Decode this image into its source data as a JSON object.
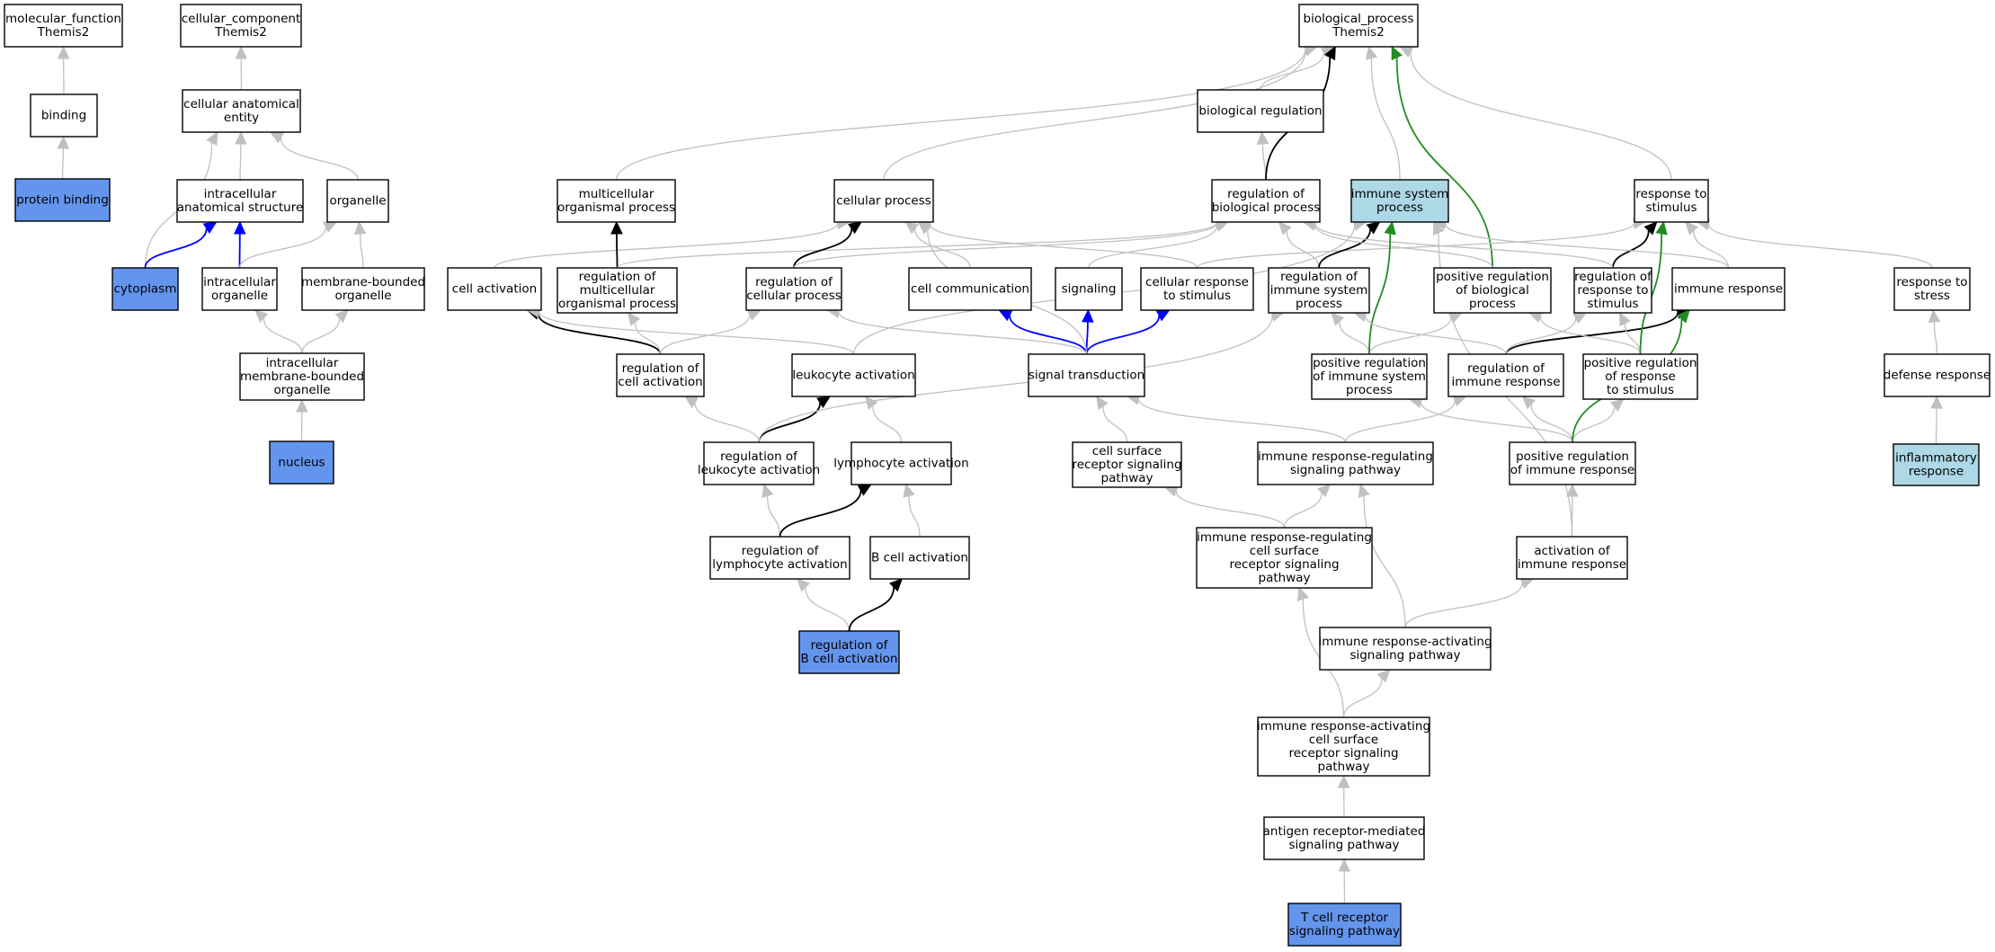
{
  "graph": {
    "nodes": [
      {
        "id": "mf",
        "lines": [
          "molecular_function",
          "Themis2"
        ],
        "fill": "white"
      },
      {
        "id": "binding",
        "lines": [
          "binding"
        ],
        "fill": "white"
      },
      {
        "id": "protein_binding",
        "lines": [
          "protein binding"
        ],
        "fill": "blue"
      },
      {
        "id": "cc",
        "lines": [
          "cellular_component",
          "Themis2"
        ],
        "fill": "white"
      },
      {
        "id": "cae",
        "lines": [
          "cellular anatomical",
          "entity"
        ],
        "fill": "white"
      },
      {
        "id": "ias",
        "lines": [
          "intracellular",
          "anatomical structure"
        ],
        "fill": "white"
      },
      {
        "id": "organelle",
        "lines": [
          "organelle"
        ],
        "fill": "white"
      },
      {
        "id": "cytoplasm",
        "lines": [
          "cytoplasm"
        ],
        "fill": "blue"
      },
      {
        "id": "io",
        "lines": [
          "intracellular",
          "organelle"
        ],
        "fill": "white"
      },
      {
        "id": "mbo",
        "lines": [
          "membrane-bounded",
          "organelle"
        ],
        "fill": "white"
      },
      {
        "id": "imbo",
        "lines": [
          "intracellular",
          "membrane-bounded",
          "organelle"
        ],
        "fill": "white"
      },
      {
        "id": "nucleus",
        "lines": [
          "nucleus"
        ],
        "fill": "blue"
      },
      {
        "id": "bp",
        "lines": [
          "biological_process",
          "Themis2"
        ],
        "fill": "white"
      },
      {
        "id": "bioreg",
        "lines": [
          "biological regulation"
        ],
        "fill": "white"
      },
      {
        "id": "mop",
        "lines": [
          "multicellular",
          "organismal process"
        ],
        "fill": "white"
      },
      {
        "id": "cp",
        "lines": [
          "cellular process"
        ],
        "fill": "white"
      },
      {
        "id": "robp",
        "lines": [
          "regulation of",
          "biological process"
        ],
        "fill": "white"
      },
      {
        "id": "isp",
        "lines": [
          "immune system",
          "process"
        ],
        "fill": "light"
      },
      {
        "id": "rts",
        "lines": [
          "response to",
          "stimulus"
        ],
        "fill": "white"
      },
      {
        "id": "ca",
        "lines": [
          "cell activation"
        ],
        "fill": "white"
      },
      {
        "id": "romop",
        "lines": [
          "regulation of",
          "multicellular",
          "organismal process"
        ],
        "fill": "white"
      },
      {
        "id": "rocp",
        "lines": [
          "regulation of",
          "cellular process"
        ],
        "fill": "white"
      },
      {
        "id": "cc2",
        "lines": [
          "cell communication"
        ],
        "fill": "white"
      },
      {
        "id": "signaling",
        "lines": [
          "signaling"
        ],
        "fill": "white"
      },
      {
        "id": "crts",
        "lines": [
          "cellular response",
          "to stimulus"
        ],
        "fill": "white"
      },
      {
        "id": "roisp",
        "lines": [
          "regulation of",
          "immune system",
          "process"
        ],
        "fill": "white"
      },
      {
        "id": "prbp",
        "lines": [
          "positive regulation",
          "of biological",
          "process"
        ],
        "fill": "white"
      },
      {
        "id": "rorts",
        "lines": [
          "regulation of",
          "response to",
          "stimulus"
        ],
        "fill": "white"
      },
      {
        "id": "ir",
        "lines": [
          "immune response"
        ],
        "fill": "white"
      },
      {
        "id": "rtstress",
        "lines": [
          "response to",
          "stress"
        ],
        "fill": "white"
      },
      {
        "id": "roca",
        "lines": [
          "regulation of",
          "cell activation"
        ],
        "fill": "white"
      },
      {
        "id": "la",
        "lines": [
          "leukocyte activation"
        ],
        "fill": "white"
      },
      {
        "id": "st",
        "lines": [
          "signal transduction"
        ],
        "fill": "white"
      },
      {
        "id": "prisp",
        "lines": [
          "positive regulation",
          "of immune system",
          "process"
        ],
        "fill": "white"
      },
      {
        "id": "roir",
        "lines": [
          "regulation of",
          "immune response"
        ],
        "fill": "white"
      },
      {
        "id": "prrts",
        "lines": [
          "positive regulation",
          "of response",
          "to stimulus"
        ],
        "fill": "white"
      },
      {
        "id": "dr",
        "lines": [
          "defense response"
        ],
        "fill": "white"
      },
      {
        "id": "rola",
        "lines": [
          "regulation of",
          "leukocyte activation"
        ],
        "fill": "white"
      },
      {
        "id": "lymph",
        "lines": [
          "lymphocyte activation"
        ],
        "fill": "white"
      },
      {
        "id": "csrsp",
        "lines": [
          "cell surface",
          "receptor signaling",
          "pathway"
        ],
        "fill": "white"
      },
      {
        "id": "irrsp",
        "lines": [
          "immune response-regulating",
          "signaling pathway"
        ],
        "fill": "white"
      },
      {
        "id": "prir",
        "lines": [
          "positive regulation",
          "of immune response"
        ],
        "fill": "white"
      },
      {
        "id": "inflam",
        "lines": [
          "inflammatory",
          "response"
        ],
        "fill": "light"
      },
      {
        "id": "rolyma",
        "lines": [
          "regulation of",
          "lymphocyte activation"
        ],
        "fill": "white"
      },
      {
        "id": "bca",
        "lines": [
          "B cell activation"
        ],
        "fill": "white"
      },
      {
        "id": "irrcs",
        "lines": [
          "immune response-regulating",
          "cell surface",
          "receptor signaling",
          "pathway"
        ],
        "fill": "white"
      },
      {
        "id": "aoir",
        "lines": [
          "activation of",
          "immune response"
        ],
        "fill": "white"
      },
      {
        "id": "robca",
        "lines": [
          "regulation of",
          "B cell activation"
        ],
        "fill": "blue"
      },
      {
        "id": "irasp",
        "lines": [
          "immune response-activating",
          "signaling pathway"
        ],
        "fill": "white"
      },
      {
        "id": "iracs",
        "lines": [
          "immune response-activating",
          "cell surface",
          "receptor signaling",
          "pathway"
        ],
        "fill": "white"
      },
      {
        "id": "armsp",
        "lines": [
          "antigen receptor-mediated",
          "signaling pathway"
        ],
        "fill": "white"
      },
      {
        "id": "tcr",
        "lines": [
          "T cell receptor",
          "signaling pathway"
        ],
        "fill": "blue"
      }
    ],
    "edges": [
      {
        "from": "binding",
        "to": "mf",
        "color": "gray"
      },
      {
        "from": "protein_binding",
        "to": "binding",
        "color": "gray"
      },
      {
        "from": "cae",
        "to": "cc",
        "color": "gray"
      },
      {
        "from": "ias",
        "to": "cae",
        "color": "gray"
      },
      {
        "from": "organelle",
        "to": "cae",
        "color": "gray"
      },
      {
        "from": "cytoplasm",
        "to": "cae",
        "color": "gray"
      },
      {
        "from": "cytoplasm",
        "to": "ias",
        "color": "blue"
      },
      {
        "from": "io",
        "to": "ias",
        "color": "blue"
      },
      {
        "from": "io",
        "to": "organelle",
        "color": "gray"
      },
      {
        "from": "mbo",
        "to": "organelle",
        "color": "gray"
      },
      {
        "from": "imbo",
        "to": "io",
        "color": "gray"
      },
      {
        "from": "imbo",
        "to": "mbo",
        "color": "gray"
      },
      {
        "from": "nucleus",
        "to": "imbo",
        "color": "gray"
      },
      {
        "from": "bioreg",
        "to": "bp",
        "color": "gray"
      },
      {
        "from": "mop",
        "to": "bp",
        "color": "gray"
      },
      {
        "from": "cp",
        "to": "bp",
        "color": "gray"
      },
      {
        "from": "robp",
        "to": "bioreg",
        "color": "gray"
      },
      {
        "from": "robp",
        "to": "bp",
        "color": "black"
      },
      {
        "from": "isp",
        "to": "bp",
        "color": "gray"
      },
      {
        "from": "rts",
        "to": "bp",
        "color": "gray"
      },
      {
        "from": "prbp",
        "to": "bp",
        "color": "green"
      },
      {
        "from": "ca",
        "to": "cp",
        "color": "gray"
      },
      {
        "from": "romop",
        "to": "mop",
        "color": "black"
      },
      {
        "from": "romop",
        "to": "robp",
        "color": "gray"
      },
      {
        "from": "rocp",
        "to": "cp",
        "color": "black"
      },
      {
        "from": "rocp",
        "to": "robp",
        "color": "gray"
      },
      {
        "from": "cc2",
        "to": "cp",
        "color": "gray"
      },
      {
        "from": "signaling",
        "to": "robp",
        "color": "gray"
      },
      {
        "from": "crts",
        "to": "cp",
        "color": "gray"
      },
      {
        "from": "crts",
        "to": "rts",
        "color": "gray"
      },
      {
        "from": "roisp",
        "to": "robp",
        "color": "gray"
      },
      {
        "from": "roisp",
        "to": "isp",
        "color": "black"
      },
      {
        "from": "prbp",
        "to": "robp",
        "color": "gray"
      },
      {
        "from": "rorts",
        "to": "rts",
        "color": "black"
      },
      {
        "from": "rorts",
        "to": "robp",
        "color": "gray"
      },
      {
        "from": "ir",
        "to": "isp",
        "color": "gray"
      },
      {
        "from": "ir",
        "to": "rts",
        "color": "gray"
      },
      {
        "from": "rtstress",
        "to": "rts",
        "color": "gray"
      },
      {
        "from": "roca",
        "to": "ca",
        "color": "black"
      },
      {
        "from": "roca",
        "to": "rocp",
        "color": "gray"
      },
      {
        "from": "roca",
        "to": "romop",
        "color": "gray"
      },
      {
        "from": "la",
        "to": "ca",
        "color": "gray"
      },
      {
        "from": "la",
        "to": "isp",
        "color": "gray"
      },
      {
        "from": "st",
        "to": "cc2",
        "color": "blue"
      },
      {
        "from": "st",
        "to": "signaling",
        "color": "blue"
      },
      {
        "from": "st",
        "to": "crts",
        "color": "blue"
      },
      {
        "from": "st",
        "to": "rocp",
        "color": "gray"
      },
      {
        "from": "st",
        "to": "cp",
        "color": "gray"
      },
      {
        "from": "prisp",
        "to": "roisp",
        "color": "gray"
      },
      {
        "from": "prisp",
        "to": "prbp",
        "color": "gray"
      },
      {
        "from": "prisp",
        "to": "isp",
        "color": "green"
      },
      {
        "from": "roir",
        "to": "ir",
        "color": "black"
      },
      {
        "from": "roir",
        "to": "roisp",
        "color": "gray"
      },
      {
        "from": "roir",
        "to": "rorts",
        "color": "gray"
      },
      {
        "from": "prrts",
        "to": "rorts",
        "color": "gray"
      },
      {
        "from": "prrts",
        "to": "prbp",
        "color": "gray"
      },
      {
        "from": "prrts",
        "to": "rts",
        "color": "green"
      },
      {
        "from": "dr",
        "to": "rtstress",
        "color": "gray"
      },
      {
        "from": "rola",
        "to": "la",
        "color": "black"
      },
      {
        "from": "rola",
        "to": "roca",
        "color": "gray"
      },
      {
        "from": "rola",
        "to": "roisp",
        "color": "gray"
      },
      {
        "from": "lymph",
        "to": "la",
        "color": "gray"
      },
      {
        "from": "csrsp",
        "to": "st",
        "color": "gray"
      },
      {
        "from": "irrsp",
        "to": "st",
        "color": "gray"
      },
      {
        "from": "irrsp",
        "to": "roir",
        "color": "gray"
      },
      {
        "from": "prir",
        "to": "roir",
        "color": "gray"
      },
      {
        "from": "prir",
        "to": "prisp",
        "color": "gray"
      },
      {
        "from": "prir",
        "to": "prrts",
        "color": "gray"
      },
      {
        "from": "prir",
        "to": "ir",
        "color": "green"
      },
      {
        "from": "inflam",
        "to": "dr",
        "color": "gray"
      },
      {
        "from": "rolyma",
        "to": "rola",
        "color": "gray"
      },
      {
        "from": "rolyma",
        "to": "lymph",
        "color": "black"
      },
      {
        "from": "bca",
        "to": "lymph",
        "color": "gray"
      },
      {
        "from": "irrcs",
        "to": "csrsp",
        "color": "gray"
      },
      {
        "from": "irrcs",
        "to": "irrsp",
        "color": "gray"
      },
      {
        "from": "aoir",
        "to": "prir",
        "color": "gray"
      },
      {
        "from": "aoir",
        "to": "isp",
        "color": "gray"
      },
      {
        "from": "robca",
        "to": "rolyma",
        "color": "gray"
      },
      {
        "from": "robca",
        "to": "bca",
        "color": "black"
      },
      {
        "from": "irasp",
        "to": "irrsp",
        "color": "gray"
      },
      {
        "from": "irasp",
        "to": "aoir",
        "color": "gray"
      },
      {
        "from": "iracs",
        "to": "irrcs",
        "color": "gray"
      },
      {
        "from": "iracs",
        "to": "irasp",
        "color": "gray"
      },
      {
        "from": "armsp",
        "to": "iracs",
        "color": "gray"
      },
      {
        "from": "tcr",
        "to": "armsp",
        "color": "gray"
      }
    ]
  },
  "colors": {
    "white": "#ffffff",
    "blue": "#6495ed",
    "light": "#add8e6",
    "gray": "#c0c0c0",
    "black": "#000000",
    "bluedge": "#0000ff",
    "green": "#228b22"
  }
}
